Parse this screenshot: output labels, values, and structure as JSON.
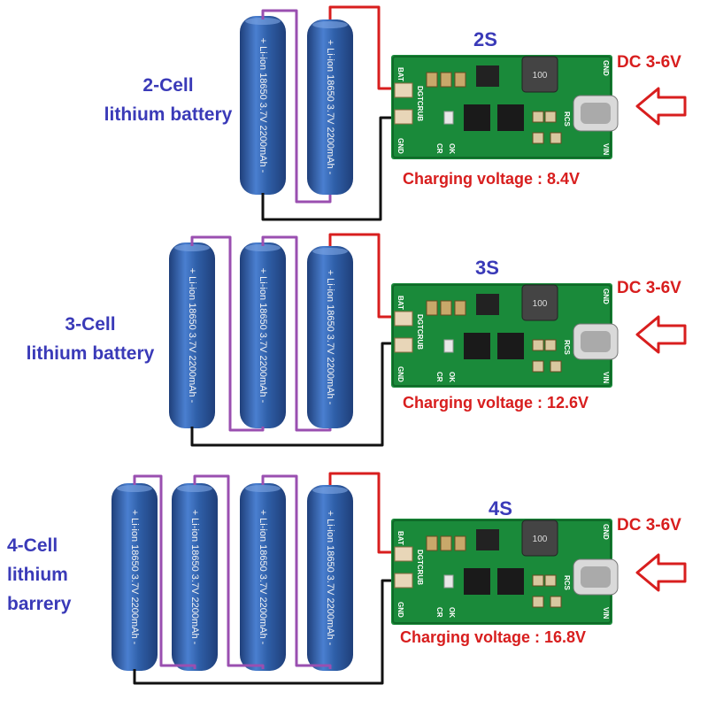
{
  "colors": {
    "battery": "#2f5fa8",
    "battery_dark": "#1f3f7a",
    "pcb": "#1a8a3a",
    "pcb_dark": "#0f6a28",
    "wire_red": "#d81e1e",
    "wire_purple": "#9a4fb0",
    "wire_black": "#111111",
    "label_blue": "#3a3ab8",
    "label_red": "#d81e1e"
  },
  "battery_label": "+ Li-ion 18650 3.7V 2200mAh -",
  "board": {
    "bat_label": "BAT",
    "gnd_label": "GND",
    "dgtc_label": "DGTCRUB",
    "cr_label": "CR",
    "ok_label": "OK",
    "inductor_label": "100",
    "rcs_label": "RCS",
    "vin_label": "VIN"
  },
  "configs": [
    {
      "cells": 2,
      "cell_label": [
        "2-Cell",
        "lithium battery"
      ],
      "series_label": "2S",
      "input_label": "DC 3-6V",
      "charge_label": "Charging voltage : 8.4V"
    },
    {
      "cells": 3,
      "cell_label": [
        "3-Cell",
        "lithium battery"
      ],
      "series_label": "3S",
      "input_label": "DC 3-6V",
      "charge_label": "Charging voltage : 12.6V"
    },
    {
      "cells": 4,
      "cell_label": [
        "4-Cell",
        "lithium",
        "barrery"
      ],
      "series_label": "4S",
      "input_label": "DC 3-6V",
      "charge_label": "Charging voltage : 16.8V"
    }
  ]
}
